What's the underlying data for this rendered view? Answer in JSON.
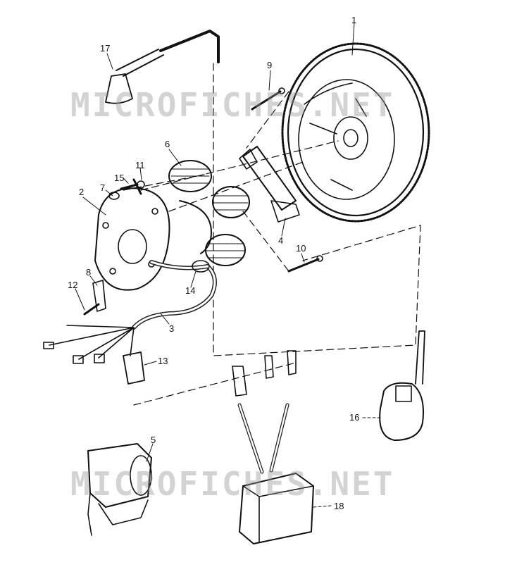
{
  "watermarks": [
    "MICROFICHES.NET",
    "MICROFICHES.NET"
  ],
  "callouts": [
    "1",
    "2",
    "3",
    "4",
    "5",
    "6",
    "7",
    "8",
    "9",
    "10",
    "11",
    "12",
    "13",
    "14",
    "15",
    "16",
    "17",
    "18"
  ],
  "colors": {
    "ink": "#111111",
    "watermark": "#9a9a9a",
    "background": "#ffffff"
  }
}
